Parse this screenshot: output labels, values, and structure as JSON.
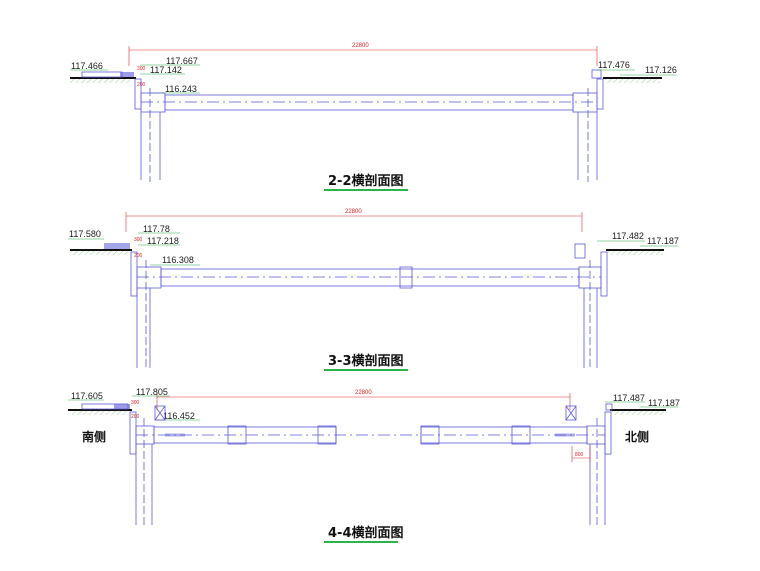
{
  "colors": {
    "structure": "#5a5ad8",
    "dimension": "#e03030",
    "leader": "#2aa84a",
    "ground": "#111111",
    "title_underline": "#2ab44a",
    "hatch": "#4caf50"
  },
  "sections": [
    {
      "id": "2-2",
      "title": "2-2横剖面图",
      "span": "22800",
      "elev_left_top": "117.466",
      "elev_left_a": "117.667",
      "elev_left_b": "117.142",
      "elev_beam": "116.243",
      "elev_right_a": "117.476",
      "elev_right_b": "117.126"
    },
    {
      "id": "3-3",
      "title": "3-3横剖面图",
      "span": "22800",
      "elev_left_top": "117.580",
      "elev_left_a": "117.78",
      "elev_left_b": "117.218",
      "elev_beam": "116.308",
      "elev_right_a": "117.482",
      "elev_right_b": "117.187"
    },
    {
      "id": "4-4",
      "title": "4-4横剖面图",
      "span": "22800",
      "elev_left_top": "117.605",
      "elev_left_a": "117.805",
      "elev_beam": "116.452",
      "elev_right_a": "117.487",
      "elev_right_b": "117.187",
      "side_left": "南侧",
      "side_right": "北侧",
      "dim_bottom": "800"
    }
  ],
  "small_dims": [
    "300",
    "200"
  ]
}
